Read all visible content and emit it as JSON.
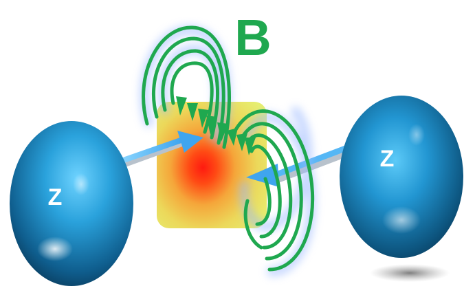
{
  "field_label": "B",
  "left_particle": {
    "label": "Z"
  },
  "right_particle": {
    "label": "Z"
  },
  "colors": {
    "field_green": "#1fa84f",
    "field_glow": "#9ab8ff",
    "particle_blue_light": "#3fb6ee",
    "particle_blue_dark": "#0a3a5c",
    "beam_blue": "#42aaf2",
    "core_red": "#ff1a10",
    "square_yellow": "#e8ef62"
  }
}
